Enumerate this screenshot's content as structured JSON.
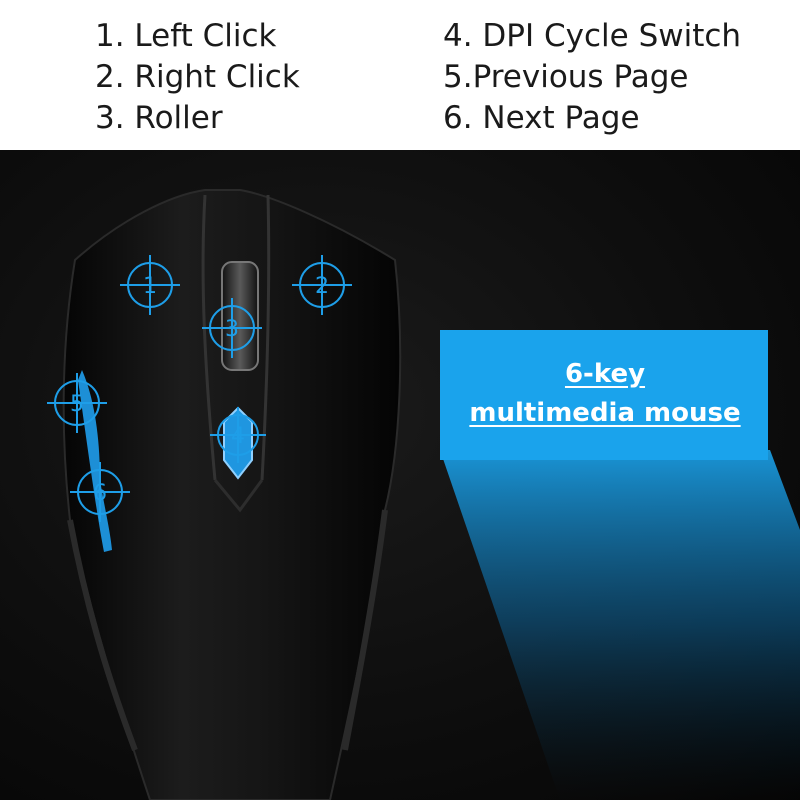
{
  "legend": {
    "left": [
      "1. Left Click",
      "2. Right Click",
      "3. Roller"
    ],
    "right": [
      "4. DPI Cycle Switch",
      "5.Previous Page",
      "6. Next Page"
    ]
  },
  "badge": {
    "line1": "6-key",
    "line2": "multimedia mouse"
  },
  "markers": [
    "1",
    "2",
    "3",
    "4",
    "5",
    "6"
  ],
  "colors": {
    "accent": "#1e9ee8",
    "badge": "#1aa3ec",
    "background": "#0e0e0e"
  }
}
